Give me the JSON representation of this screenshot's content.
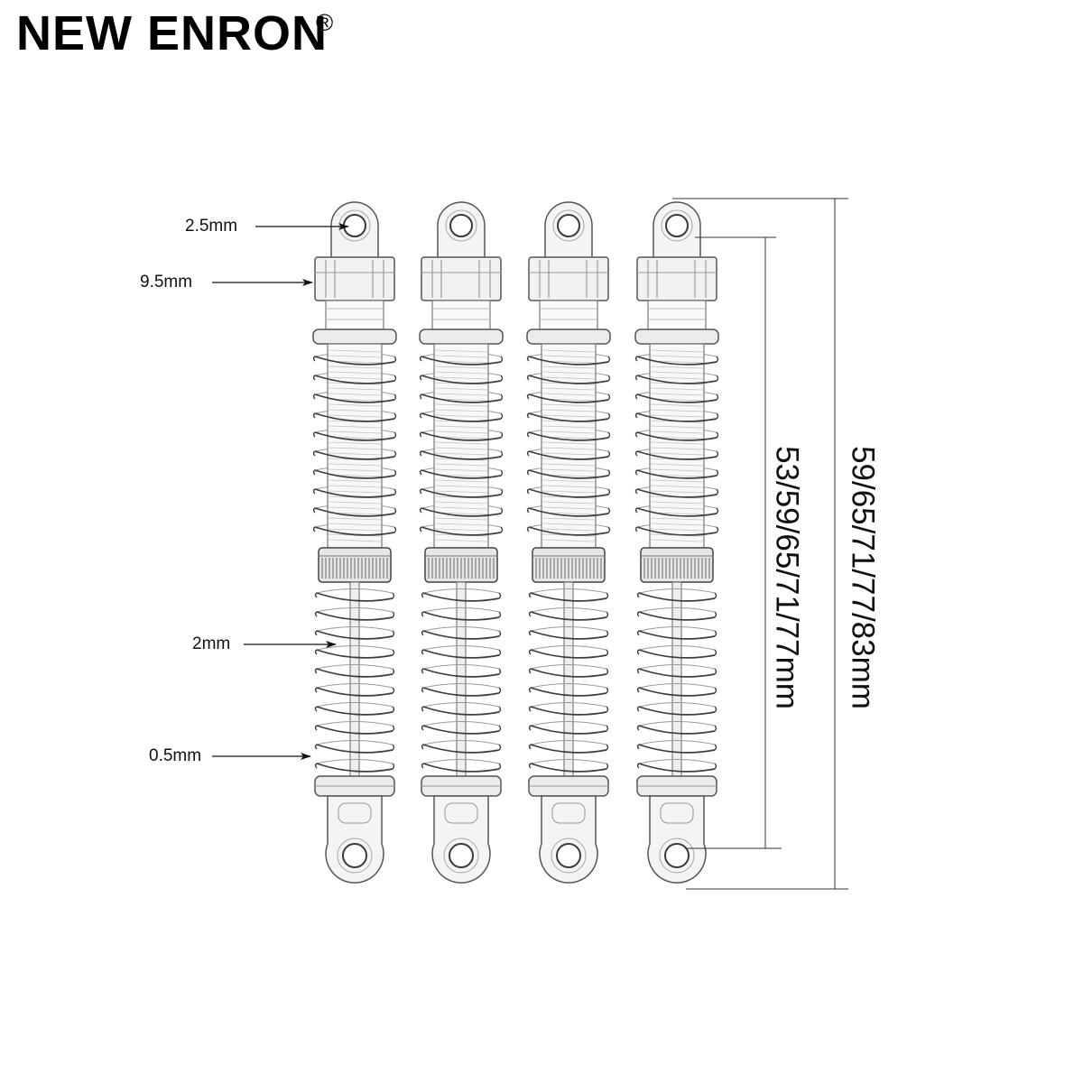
{
  "brand": {
    "logo_text": "NEW ENRON",
    "registered_mark": "®"
  },
  "callouts": [
    "2.5mm",
    "9.5mm",
    "2mm",
    "0.5mm"
  ],
  "dimensions": {
    "inner": "53/59/65/71/77mm",
    "outer": "59/65/71/77/83mm"
  },
  "shocks": {
    "count": 4
  },
  "colors": {
    "logo": "#000000",
    "outline": "#555555",
    "body_fill": "#f4f4f4",
    "annotation": "#111111"
  }
}
